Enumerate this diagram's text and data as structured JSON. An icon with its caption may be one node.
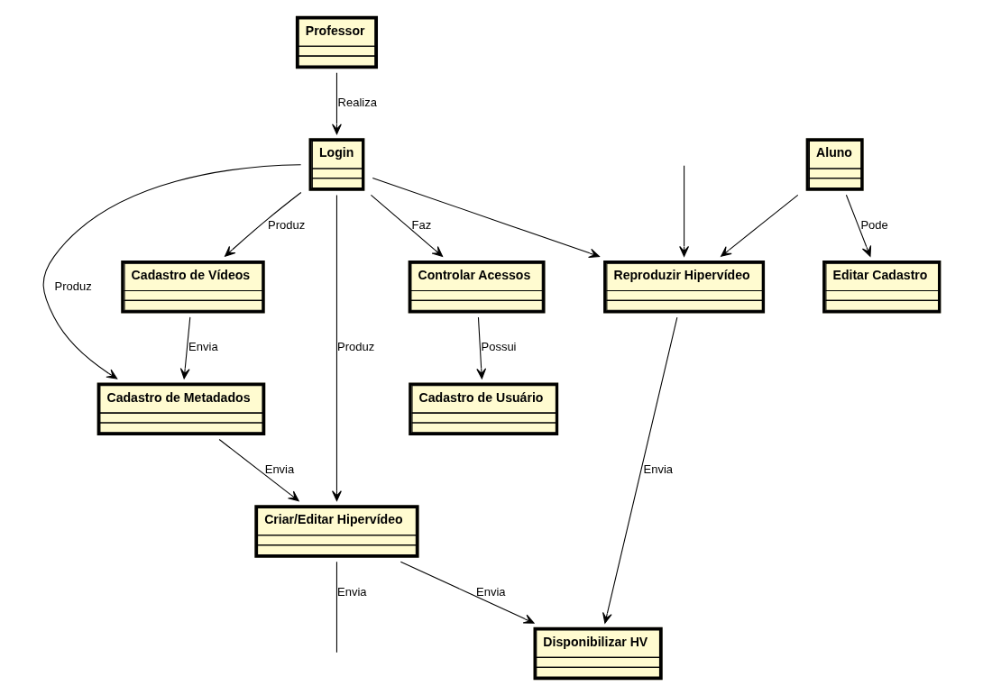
{
  "diagram": {
    "nodes": [
      {
        "text": [
          "Professor"
        ]
      },
      {
        "text": [
          "Editar Cadastro"
        ]
      },
      {
        "text": [
          "Controlar Acessos"
        ]
      },
      {
        "text": [
          "Aluno"
        ]
      },
      {
        "text": [
          "Reproduzir Hipervídeo"
        ]
      },
      {
        "text": [
          "Cadastro de Usuário"
        ]
      },
      {
        "text": [
          "Login"
        ]
      },
      {
        "text": [
          "Disponibilizar HV"
        ]
      },
      {
        "text": [
          "Cadastro de Vídeos"
        ]
      },
      {
        "text": [
          "Cadastro de Metadados"
        ]
      },
      {
        "text": [
          "Criar/Editar Hipervídeo"
        ]
      }
    ],
    "edges": [
      {
        "from": 0,
        "to": 6,
        "label": "Realiza",
        "arrow": "to"
      },
      {
        "from": 3,
        "to": 1,
        "label": "Pode",
        "arrow": "to"
      },
      {
        "from": 3,
        "to": 4,
        "arrow": "to"
      },
      {
        "from": 6,
        "to": 2,
        "label": "Faz",
        "arrow": "to"
      },
      {
        "from": 2,
        "to": 5,
        "label": "Possui",
        "arrow": "to"
      },
      {
        "from": 6,
        "to": 4,
        "arrow": "to"
      },
      {
        "from": 4,
        "to": 7,
        "label": "Envia",
        "arrow": "to"
      },
      {
        "from": 6,
        "to": 8,
        "label": "Produz",
        "arrow": "to"
      },
      {
        "from": 6,
        "to": 9,
        "label": "Produz",
        "arrow": "to"
      },
      {
        "from": 6,
        "to": 10,
        "label": "Produz",
        "arrow": "to"
      },
      {
        "from": 8,
        "to": 9,
        "label": "Envia",
        "arrow": "to"
      },
      {
        "from": 9,
        "to": 10,
        "label": "Envia",
        "arrow": "to"
      },
      {
        "from": 10,
        "to": 7,
        "label": "Envia",
        "arrow": "to"
      },
      {
        "from": 10,
        "to": null,
        "label": "Envia",
        "arrow": "none"
      },
      {
        "from": null,
        "to": 4,
        "arrow": "to"
      }
    ]
  }
}
